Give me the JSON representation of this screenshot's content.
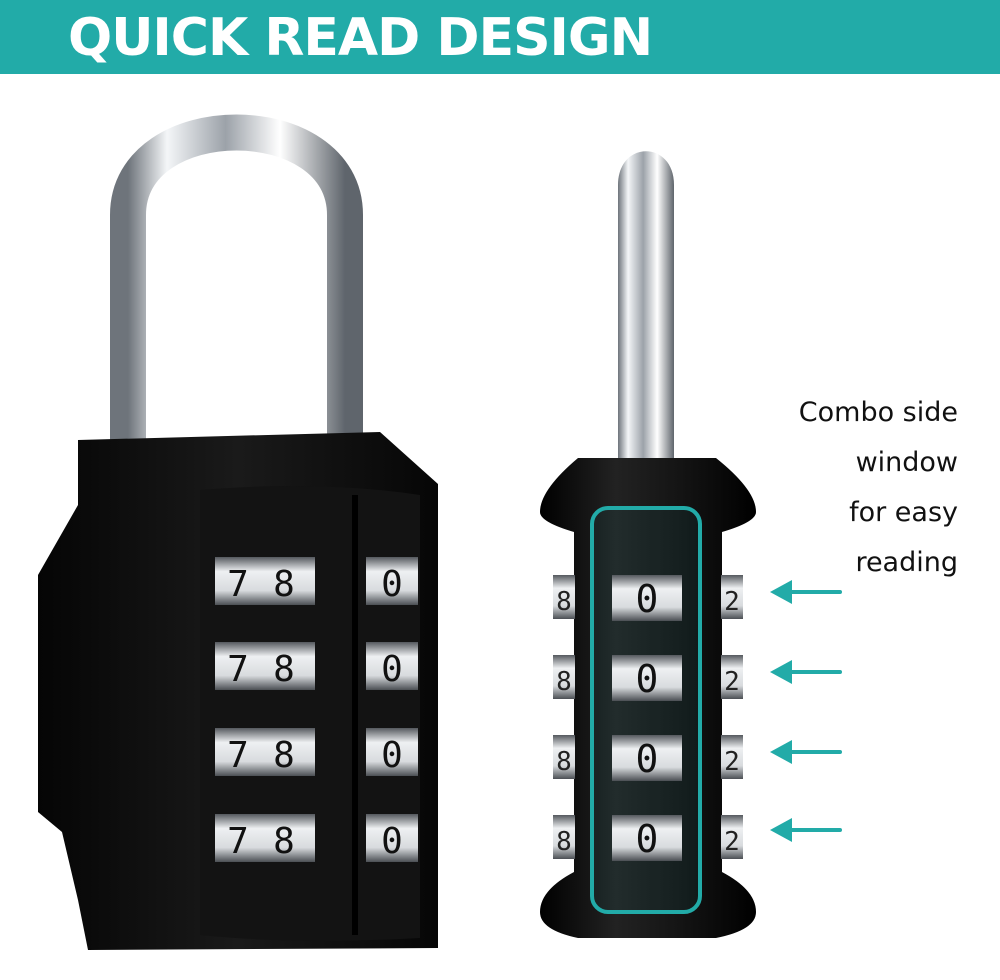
{
  "banner": {
    "title": "QUICK READ DESIGN",
    "color": "#22aba8"
  },
  "caption": {
    "lines": [
      "Combo side",
      "window",
      "for easy",
      "reading"
    ]
  },
  "front_lock": {
    "body_color": "#0a0a0a",
    "shackle_color": "#c9cdd2",
    "dial_rows": [
      {
        "digits": [
          "7",
          "8",
          "0"
        ]
      },
      {
        "digits": [
          "7",
          "8",
          "0"
        ]
      },
      {
        "digits": [
          "7",
          "8",
          "0"
        ]
      },
      {
        "digits": [
          "7",
          "8",
          "0"
        ]
      }
    ]
  },
  "side_lock": {
    "window_color": "#22aba8",
    "dial_rows": [
      {
        "left": "8",
        "center": "0",
        "right": "2"
      },
      {
        "left": "8",
        "center": "0",
        "right": "2"
      },
      {
        "left": "8",
        "center": "0",
        "right": "2"
      },
      {
        "left": "8",
        "center": "0",
        "right": "2"
      }
    ]
  },
  "arrows": {
    "icon": "arrow-left-icon",
    "count": 4,
    "color": "#22aba8"
  }
}
